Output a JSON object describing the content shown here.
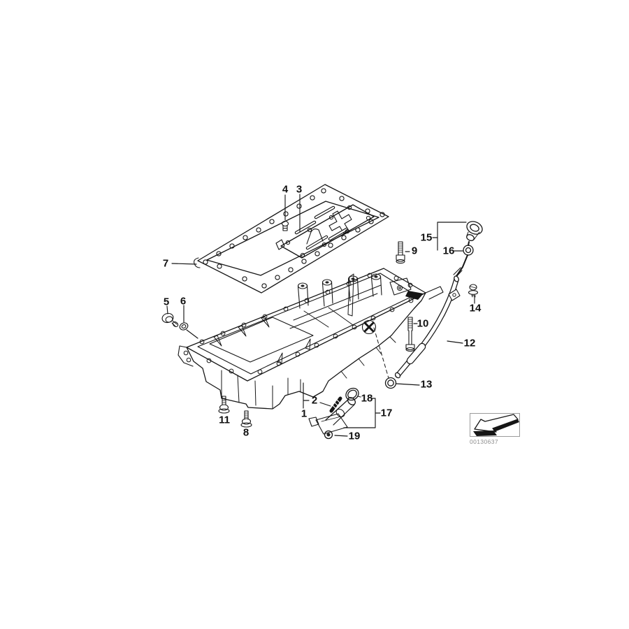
{
  "diagram": {
    "type": "exploded-parts-diagram",
    "subject": "oil-pan-and-oil-level-indicator",
    "colors": {
      "background": "#ffffff",
      "line": "#161616",
      "watermark_text": "#8d8d8d",
      "watermark_border": "#9b9b9b"
    },
    "callouts": [
      {
        "id": "c1",
        "label": "1"
      },
      {
        "id": "c2",
        "label": "2"
      },
      {
        "id": "c3",
        "label": "3"
      },
      {
        "id": "c4",
        "label": "4"
      },
      {
        "id": "c5",
        "label": "5"
      },
      {
        "id": "c6",
        "label": "6"
      },
      {
        "id": "c7",
        "label": "7"
      },
      {
        "id": "c8",
        "label": "8"
      },
      {
        "id": "c9",
        "label": "9"
      },
      {
        "id": "c10",
        "label": "10"
      },
      {
        "id": "c11",
        "label": "11"
      },
      {
        "id": "c12",
        "label": "12"
      },
      {
        "id": "c13",
        "label": "13"
      },
      {
        "id": "c14",
        "label": "14"
      },
      {
        "id": "c15",
        "label": "15"
      },
      {
        "id": "c16",
        "label": "16"
      },
      {
        "id": "c17",
        "label": "17"
      },
      {
        "id": "c18",
        "label": "18"
      },
      {
        "id": "c19",
        "label": "19"
      }
    ],
    "watermark": {
      "image_id": "00130637",
      "icon": "arrow-stamp"
    }
  }
}
